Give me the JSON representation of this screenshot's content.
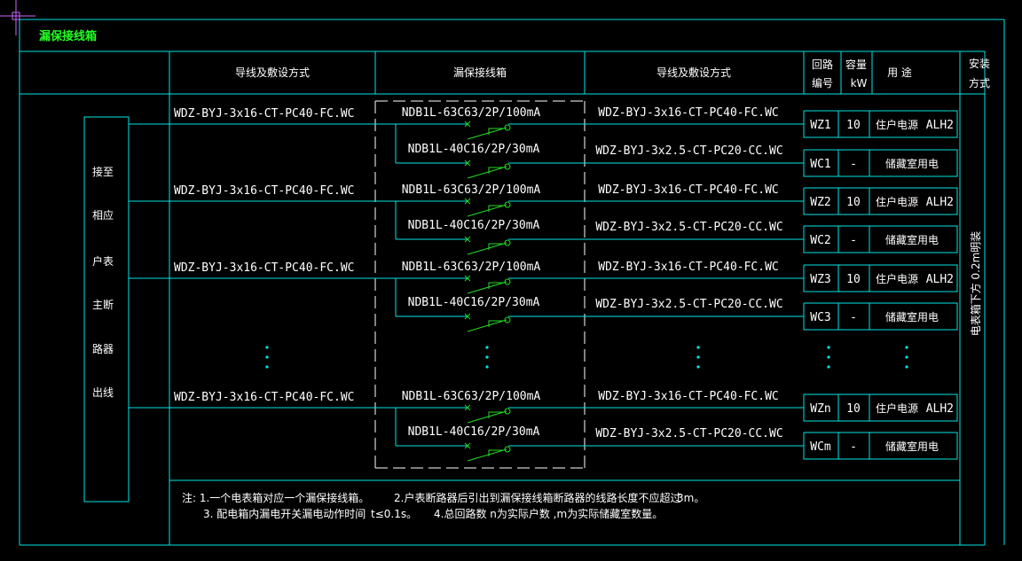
{
  "title": "漏保接线箱",
  "headers": {
    "wire_in": "导线及敷设方式",
    "box": "漏保接线箱",
    "wire_out": "导线及敷设方式",
    "loop_no": [
      "回路",
      "编号"
    ],
    "capacity": [
      "容量",
      "kW"
    ],
    "usage": "用    途",
    "install": [
      "安装",
      "方式"
    ]
  },
  "source_label": [
    "接至",
    "相应",
    "户表",
    "主断",
    "路器",
    "出线"
  ],
  "groups": [
    {
      "in_wire": "WDZ-BYJ-3x16-CT-PC40-FC.WC",
      "b1": "NDB1L-63C63/2P/100mA",
      "o1": "WDZ-BYJ-3x16-CT-PC40-FC.WC",
      "n1": "WZ1",
      "k1": "10",
      "u1a": "住户电源",
      "u1b": "ALH2",
      "b2": "NDB1L-40C16/2P/30mA",
      "o2": "WDZ-BYJ-3x2.5-CT-PC20-CC.WC",
      "n2": "WC1",
      "k2": "-",
      "u2": "储藏室用电"
    },
    {
      "in_wire": "WDZ-BYJ-3x16-CT-PC40-FC.WC",
      "b1": "NDB1L-63C63/2P/100mA",
      "o1": "WDZ-BYJ-3x16-CT-PC40-FC.WC",
      "n1": "WZ2",
      "k1": "10",
      "u1a": "住户电源",
      "u1b": "ALH2",
      "b2": "NDB1L-40C16/2P/30mA",
      "o2": "WDZ-BYJ-3x2.5-CT-PC20-CC.WC",
      "n2": "WC2",
      "k2": "-",
      "u2": "储藏室用电"
    },
    {
      "in_wire": "WDZ-BYJ-3x16-CT-PC40-FC.WC",
      "b1": "NDB1L-63C63/2P/100mA",
      "o1": "WDZ-BYJ-3x16-CT-PC40-FC.WC",
      "n1": "WZ3",
      "k1": "10",
      "u1a": "住户电源",
      "u1b": "ALH2",
      "b2": "NDB1L-40C16/2P/30mA",
      "o2": "WDZ-BYJ-3x2.5-CT-PC20-CC.WC",
      "n2": "WC3",
      "k2": "-",
      "u2": "储藏室用电"
    },
    {
      "in_wire": "WDZ-BYJ-3x16-CT-PC40-FC.WC",
      "b1": "NDB1L-63C63/2P/100mA",
      "o1": "WDZ-BYJ-3x16-CT-PC40-FC.WC",
      "n1": "WZn",
      "k1": "10",
      "u1a": "住户电源",
      "u1b": "ALH2",
      "b2": "NDB1L-40C16/2P/30mA",
      "o2": "WDZ-BYJ-3x2.5-CT-PC20-CC.WC",
      "n2": "WCm",
      "k2": "-",
      "u2": "储藏室用电"
    }
  ],
  "install_method": "电表箱下方 0.2m明装",
  "notes": {
    "l1a": "注: 1.一个电表箱对应一个漏保接线箱。",
    "l1b": "2.户表断路器后引出到漏保接线箱断路器的线路长度不应超过",
    "l1c": "3m。",
    "l2a": "3. 配电箱内漏电开关漏电动作时间",
    "l2b": "t≤0.1s。",
    "l2c": "4.总回路数  n为实际户数  ,m为实际储藏室数量。"
  },
  "colors": {
    "frame": "#00e5e5",
    "text": "#ffffff",
    "title": "#22ff22",
    "breaker": "#22dd22"
  }
}
